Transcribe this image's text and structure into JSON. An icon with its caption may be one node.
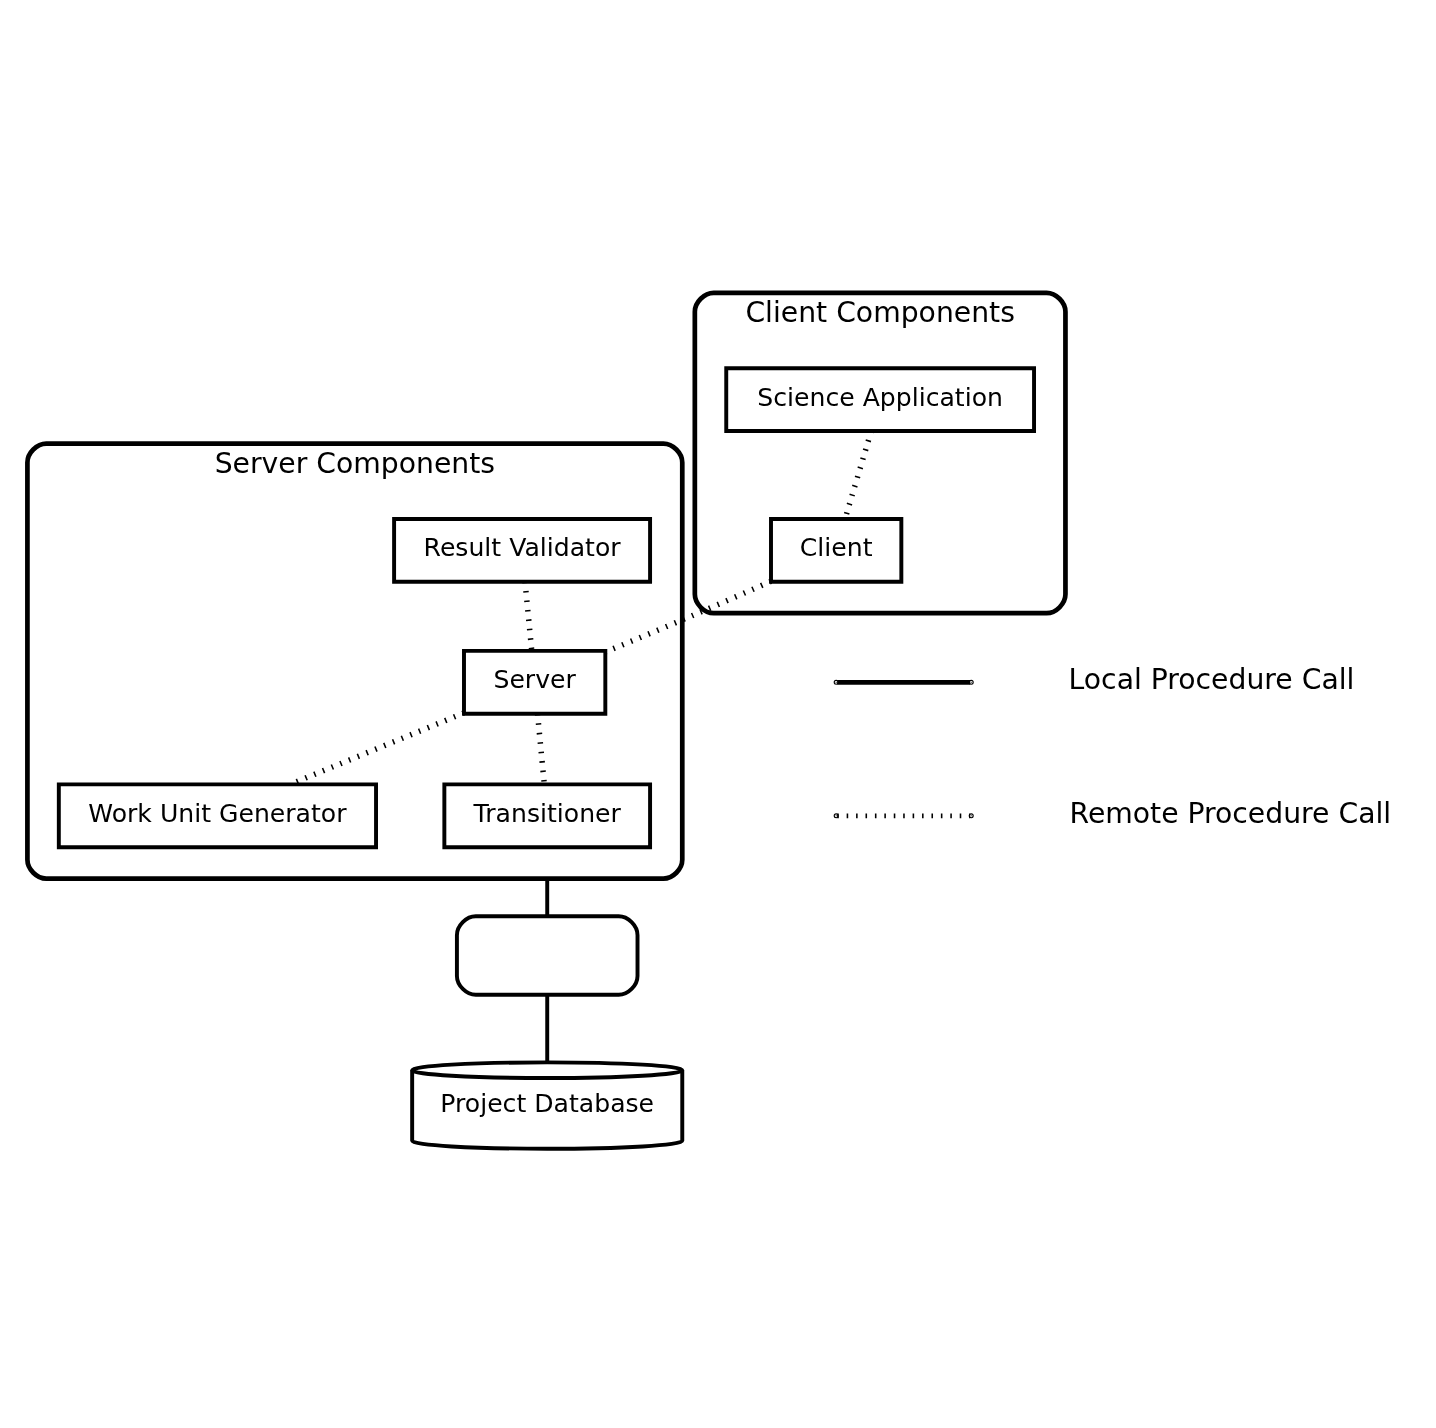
{
  "diagram": {
    "nodes": [
      {
        "text": [
          "Client Components"
        ]
      },
      {
        "text": [
          "Science Application"
        ],
        "in": 0
      },
      {
        "text": [
          "Client"
        ],
        "in": 0
      },
      {
        "text": [
          "Server Components"
        ]
      },
      {
        "text": [
          "Result Validator"
        ],
        "in": 3
      },
      {
        "text": [
          "Server"
        ],
        "in": 3
      },
      {
        "text": [
          "Work Unit Generator"
        ],
        "in": 3
      },
      {
        "text": [
          "Transitioner"
        ],
        "in": 3
      },
      {
        "text": [],
        "shape": "oval"
      },
      {
        "text": [
          "Project Database"
        ]
      }
    ],
    "edges": [
      {
        "from": 1,
        "to": 2,
        "arrow": "none",
        "style": "dashed"
      },
      {
        "from": 2,
        "to": 5,
        "arrow": "none",
        "style": "dashed"
      },
      {
        "from": 4,
        "to": 5,
        "arrow": "none",
        "style": "dashed"
      },
      {
        "from": 5,
        "to": 6,
        "arrow": "none",
        "style": "dashed"
      },
      {
        "from": 5,
        "to": 7,
        "arrow": "none",
        "style": "dashed"
      },
      {
        "from": 3,
        "to": 8,
        "arrow": "none"
      },
      {
        "from": 8,
        "to": 9,
        "arrow": "none"
      }
    ],
    "legend": [
      {
        "text": "Local Procedure Call"
      },
      {
        "text": "Remote Procedure Call"
      }
    ]
  }
}
